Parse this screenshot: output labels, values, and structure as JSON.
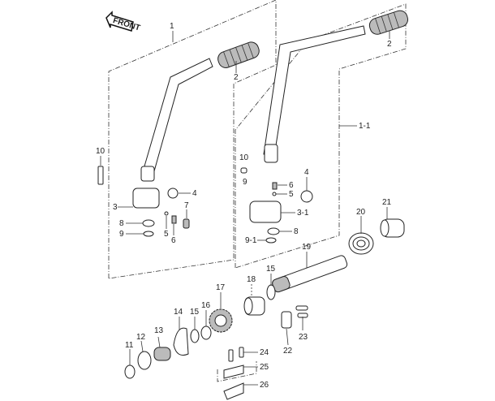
{
  "diagram": {
    "title": "Kick Starter Parts Diagram",
    "front_label": "FRONT",
    "callouts": [
      {
        "id": "c1",
        "text": "1"
      },
      {
        "id": "c2a",
        "text": "2"
      },
      {
        "id": "c2b",
        "text": "2"
      },
      {
        "id": "c1_1",
        "text": "1-1"
      },
      {
        "id": "c10a",
        "text": "10"
      },
      {
        "id": "c10b",
        "text": "10"
      },
      {
        "id": "c9b",
        "text": "9"
      },
      {
        "id": "c3",
        "text": "3"
      },
      {
        "id": "c4a",
        "text": "4"
      },
      {
        "id": "c4b",
        "text": "4"
      },
      {
        "id": "c5a",
        "text": "5"
      },
      {
        "id": "c5b",
        "text": "5"
      },
      {
        "id": "c6a",
        "text": "6"
      },
      {
        "id": "c6b",
        "text": "6"
      },
      {
        "id": "c7",
        "text": "7"
      },
      {
        "id": "c8a",
        "text": "8"
      },
      {
        "id": "c8b",
        "text": "8"
      },
      {
        "id": "c9a",
        "text": "9"
      },
      {
        "id": "c3_1",
        "text": "3-1"
      },
      {
        "id": "c9_1",
        "text": "9-1"
      },
      {
        "id": "c11",
        "text": "11"
      },
      {
        "id": "c12",
        "text": "12"
      },
      {
        "id": "c13",
        "text": "13"
      },
      {
        "id": "c14",
        "text": "14"
      },
      {
        "id": "c15a",
        "text": "15"
      },
      {
        "id": "c15b",
        "text": "15"
      },
      {
        "id": "c16",
        "text": "16"
      },
      {
        "id": "c17",
        "text": "17"
      },
      {
        "id": "c18",
        "text": "18"
      },
      {
        "id": "c19",
        "text": "19"
      },
      {
        "id": "c20",
        "text": "20"
      },
      {
        "id": "c21",
        "text": "21"
      },
      {
        "id": "c22",
        "text": "22"
      },
      {
        "id": "c23",
        "text": "23"
      },
      {
        "id": "c24",
        "text": "24"
      },
      {
        "id": "c25",
        "text": "25"
      },
      {
        "id": "c26",
        "text": "26"
      }
    ]
  }
}
